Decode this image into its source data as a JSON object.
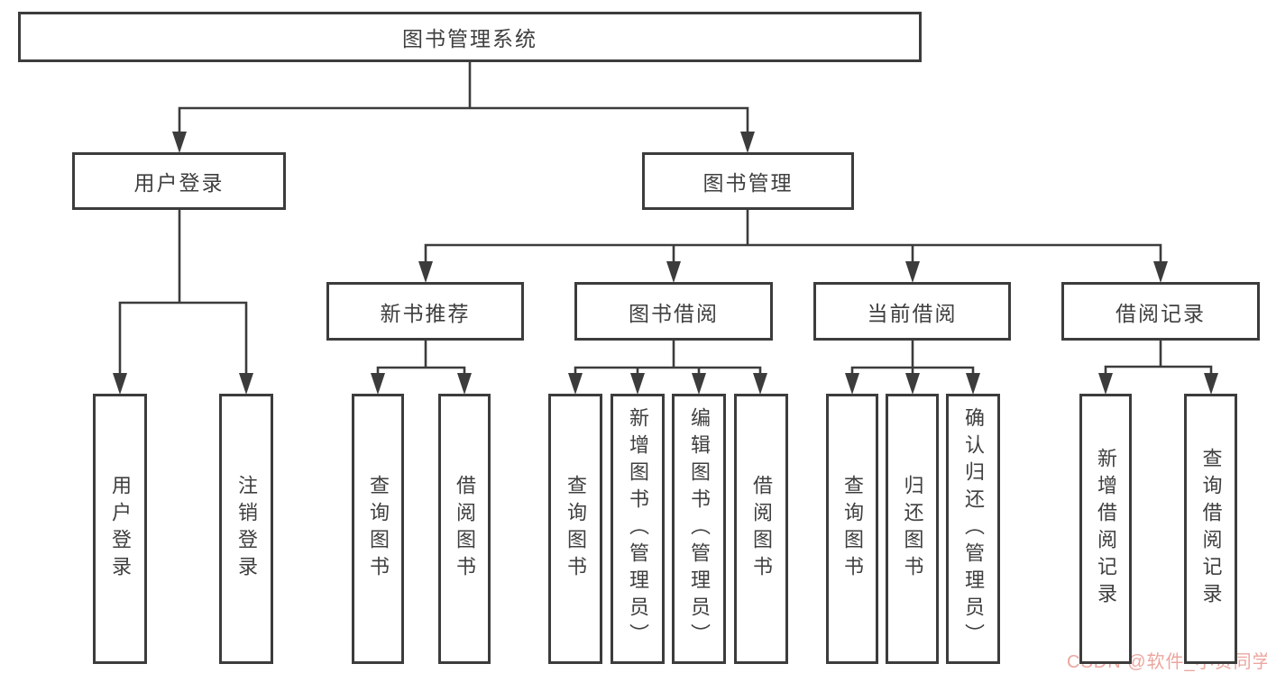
{
  "colors": {
    "line": "#3c3c3c",
    "box_border": "#3c3c3c",
    "text": "#3f3f3f",
    "background": "#ffffff",
    "watermark": "#eca69f"
  },
  "tree": {
    "root": {
      "label": "图书管理系统"
    },
    "branches": [
      {
        "label": "用户登录",
        "children": [
          {
            "label": "用户登录"
          },
          {
            "label": "注销登录"
          }
        ]
      },
      {
        "label": "图书管理",
        "children": [
          {
            "label": "新书推荐",
            "children": [
              {
                "label": "查询图书"
              },
              {
                "label": "借阅图书"
              }
            ]
          },
          {
            "label": "图书借阅",
            "children": [
              {
                "label": "查询图书"
              },
              {
                "label": "新增图书（管理员）"
              },
              {
                "label": "编辑图书（管理员）"
              },
              {
                "label": "借阅图书"
              }
            ]
          },
          {
            "label": "当前借阅",
            "children": [
              {
                "label": "查询图书"
              },
              {
                "label": "归还图书"
              },
              {
                "label": "确认归还（管理员）"
              }
            ]
          },
          {
            "label": "借阅记录",
            "children": [
              {
                "label": "新增借阅记录"
              },
              {
                "label": "查询借阅记录"
              }
            ]
          }
        ]
      }
    ]
  },
  "watermark": {
    "text": "CSDN @软件_小贺同学"
  }
}
